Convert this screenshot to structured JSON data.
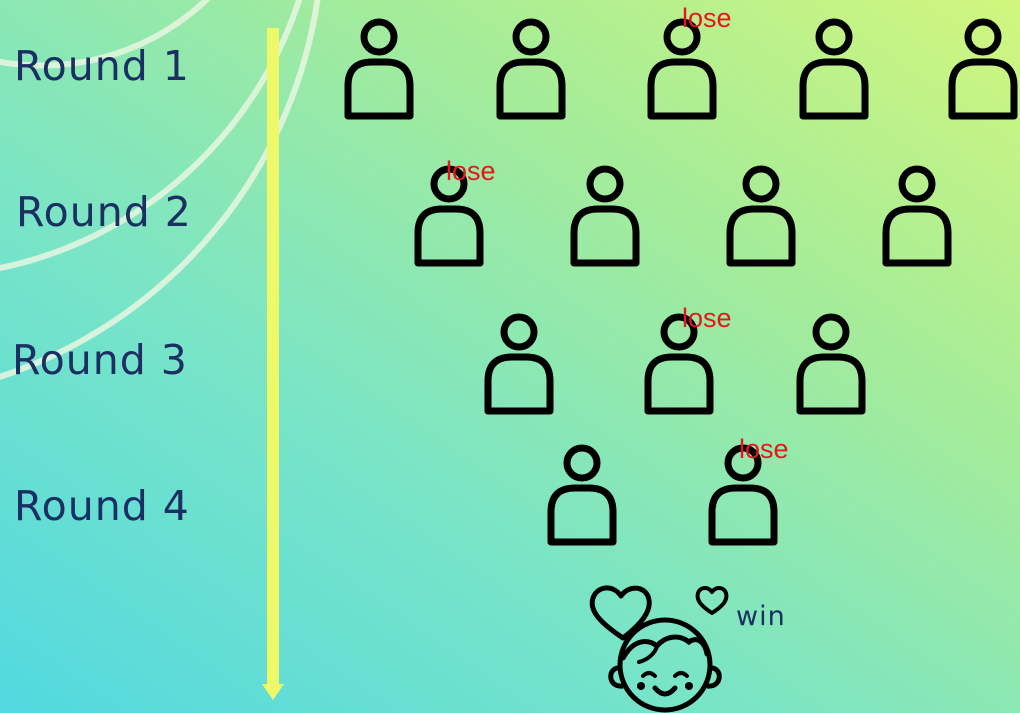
{
  "rounds": [
    {
      "label": "Round 1"
    },
    {
      "label": "Round 2"
    },
    {
      "label": "Round 3"
    },
    {
      "label": "Round 4"
    }
  ],
  "loser_label": "lose",
  "winner_label": "win",
  "people_per_round": [
    5,
    4,
    3,
    2
  ],
  "colors": {
    "round_text": "#1b2f63",
    "lose_text": "#e8161c",
    "arrow": "#eef96a",
    "icon_stroke": "#000000"
  },
  "icons": {
    "person": "person-outline-icon",
    "winner": "smiling-child-with-hearts-icon",
    "progression": "down-arrow-icon"
  }
}
